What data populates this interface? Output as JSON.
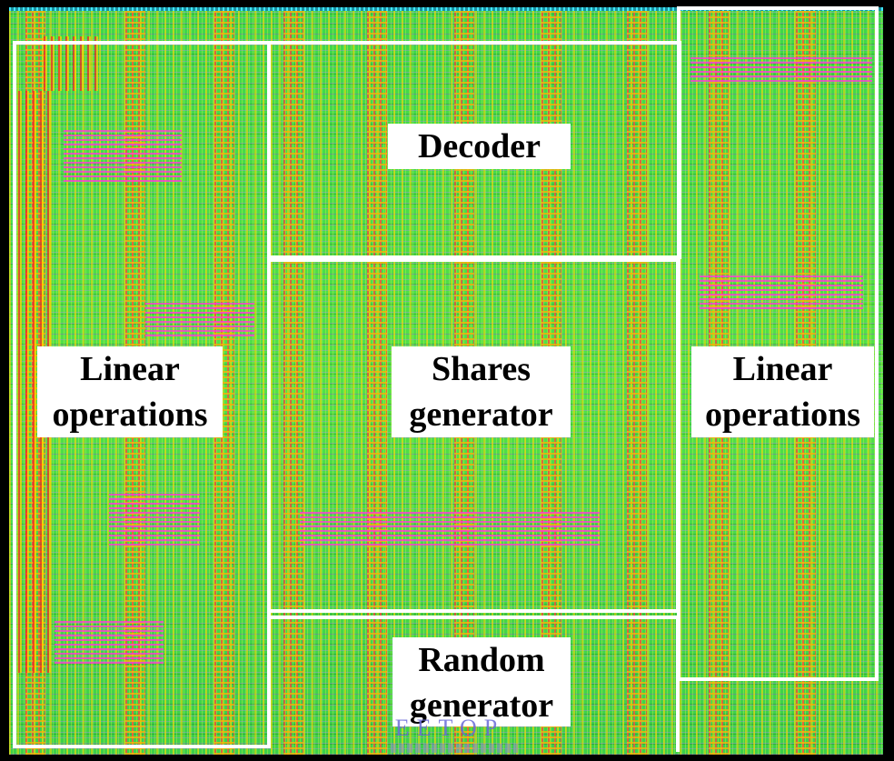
{
  "blocks": {
    "decoder": {
      "label": "Decoder"
    },
    "linear_left": {
      "label_line1": "Linear",
      "label_line2": "operations"
    },
    "linear_right": {
      "label_line1": "Linear",
      "label_line2": "operations"
    },
    "shares": {
      "label_line1": "Shares",
      "label_line2": "generator"
    },
    "random": {
      "label_line1": "Random",
      "label_line2": "generator"
    }
  },
  "watermark": {
    "text": "EETOP"
  },
  "colors": {
    "background": "#000000",
    "cell_fill": "#3fd04a",
    "power_rail": "#ffb000",
    "block_outline": "#ffffff",
    "label_bg": "#ffffff",
    "label_text": "#000000",
    "watermark": "#6a6ad8"
  }
}
